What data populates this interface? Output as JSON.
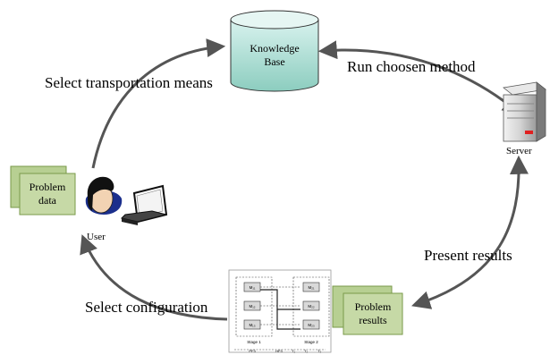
{
  "labels": {
    "knowledge_base": "Knowledge Base",
    "server": "Server",
    "user": "User",
    "problem_data": "Problem data",
    "problem_results": "Problem results",
    "select_transportation": "Select transportation means",
    "run_method": "Run choosen method",
    "present_results": "Present results",
    "select_configuration": "Select configuration"
  },
  "config_diagram": {
    "stage1": "Stage 1",
    "stage2": "Stage 2",
    "machines_left": [
      "M₁₁",
      "M₁₂",
      "M₁₃"
    ],
    "machines_right": [
      "M₂₁",
      "M₂₂",
      "M₂₃"
    ],
    "bottom_labels": [
      "PF3",
      "HF3",
      "T₁",
      "T₂",
      "T₃"
    ]
  },
  "colors": {
    "arrow": "#555555",
    "note_fill": "#c6d9a6",
    "note_stroke": "#7a9a4a",
    "cylinder_top": "#bfe8e0",
    "cylinder_bottom": "#8fcfbf",
    "server_accent": "#e02020"
  }
}
